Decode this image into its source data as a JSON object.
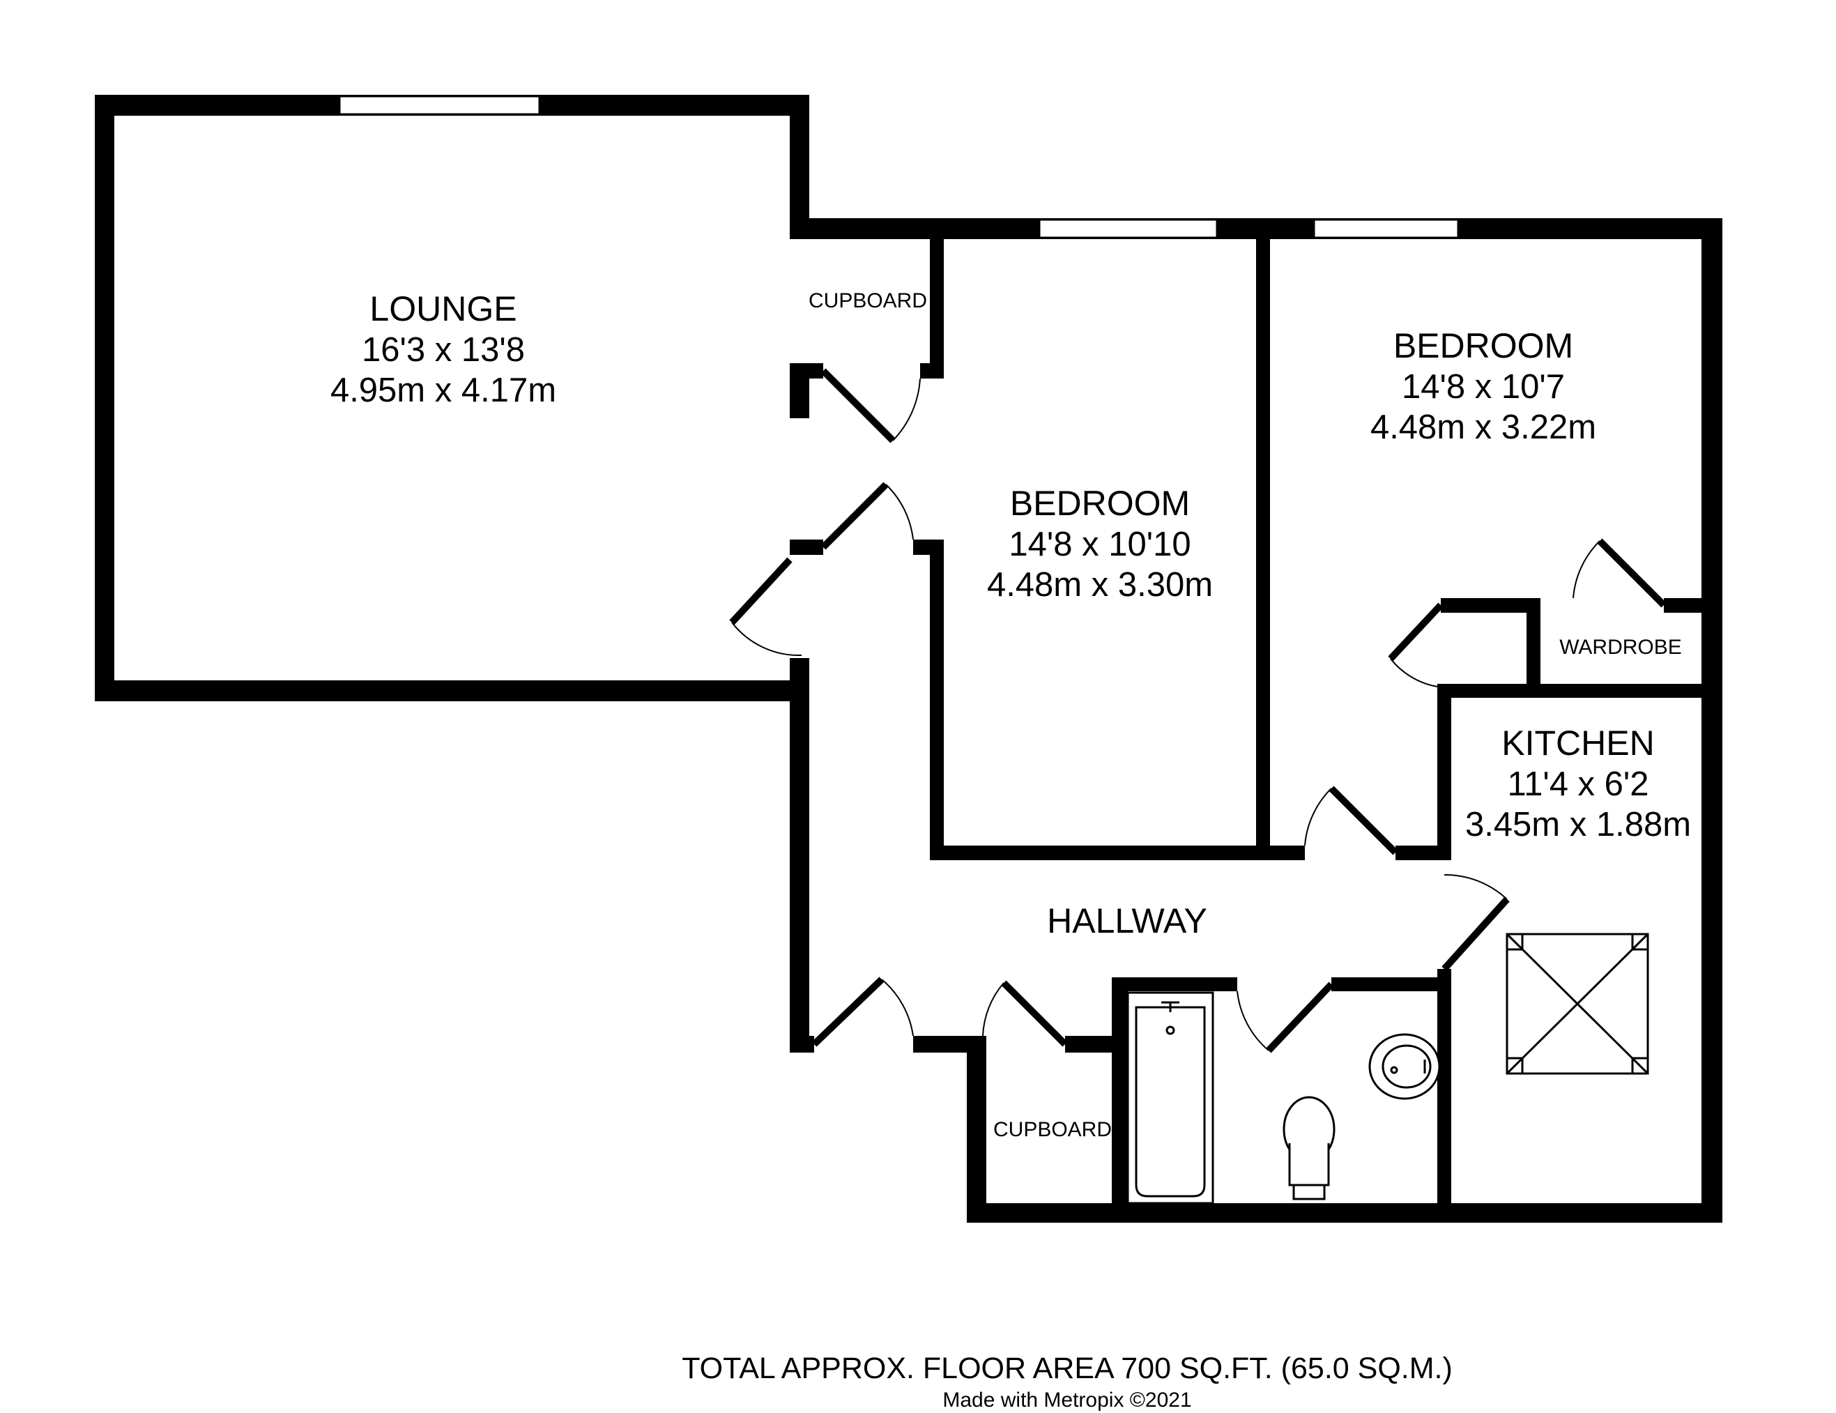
{
  "rooms": {
    "lounge": {
      "name": "LOUNGE",
      "imperial": "16'3 x 13'8",
      "metric": "4.95m x 4.17m"
    },
    "bedroom_1": {
      "name": "BEDROOM",
      "imperial": "14'8 x 10'10",
      "metric": "4.48m x 3.30m"
    },
    "bedroom_2": {
      "name": "BEDROOM",
      "imperial": "14'8 x 10'7",
      "metric": "4.48m x 3.22m"
    },
    "kitchen": {
      "name": "KITCHEN",
      "imperial": "11'4 x 6'2",
      "metric": "3.45m x 1.88m"
    },
    "hallway": {
      "name": "HALLWAY"
    }
  },
  "labels": {
    "cupboard_top": "CUPBOARD",
    "cupboard_bottom": "CUPBOARD",
    "wardrobe": "WARDROBE"
  },
  "footer": {
    "total_area": "TOTAL APPROX. FLOOR AREA 700 SQ.FT. (65.0 SQ.M.)",
    "credit": "Made with Metropix ©2021"
  },
  "colors": {
    "walls": "#000000",
    "background": "#ffffff"
  }
}
